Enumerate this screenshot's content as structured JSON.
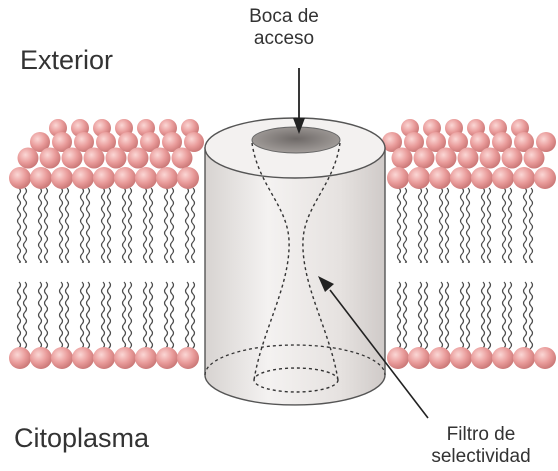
{
  "labels": {
    "exterior": "Exterior",
    "citoplasma": "Citoplasma",
    "boca_line1": "Boca de",
    "boca_line2": "acceso",
    "filtro_line1": "Filtro de",
    "filtro_line2": "selectividad"
  },
  "colors": {
    "lipid_head": "#e99b9a",
    "lipid_tail": "#4a4a4a",
    "channel_body": "#eae7e6",
    "channel_outline": "#555555",
    "pore_interior": "#8f8a88",
    "arrow": "#222222"
  }
}
